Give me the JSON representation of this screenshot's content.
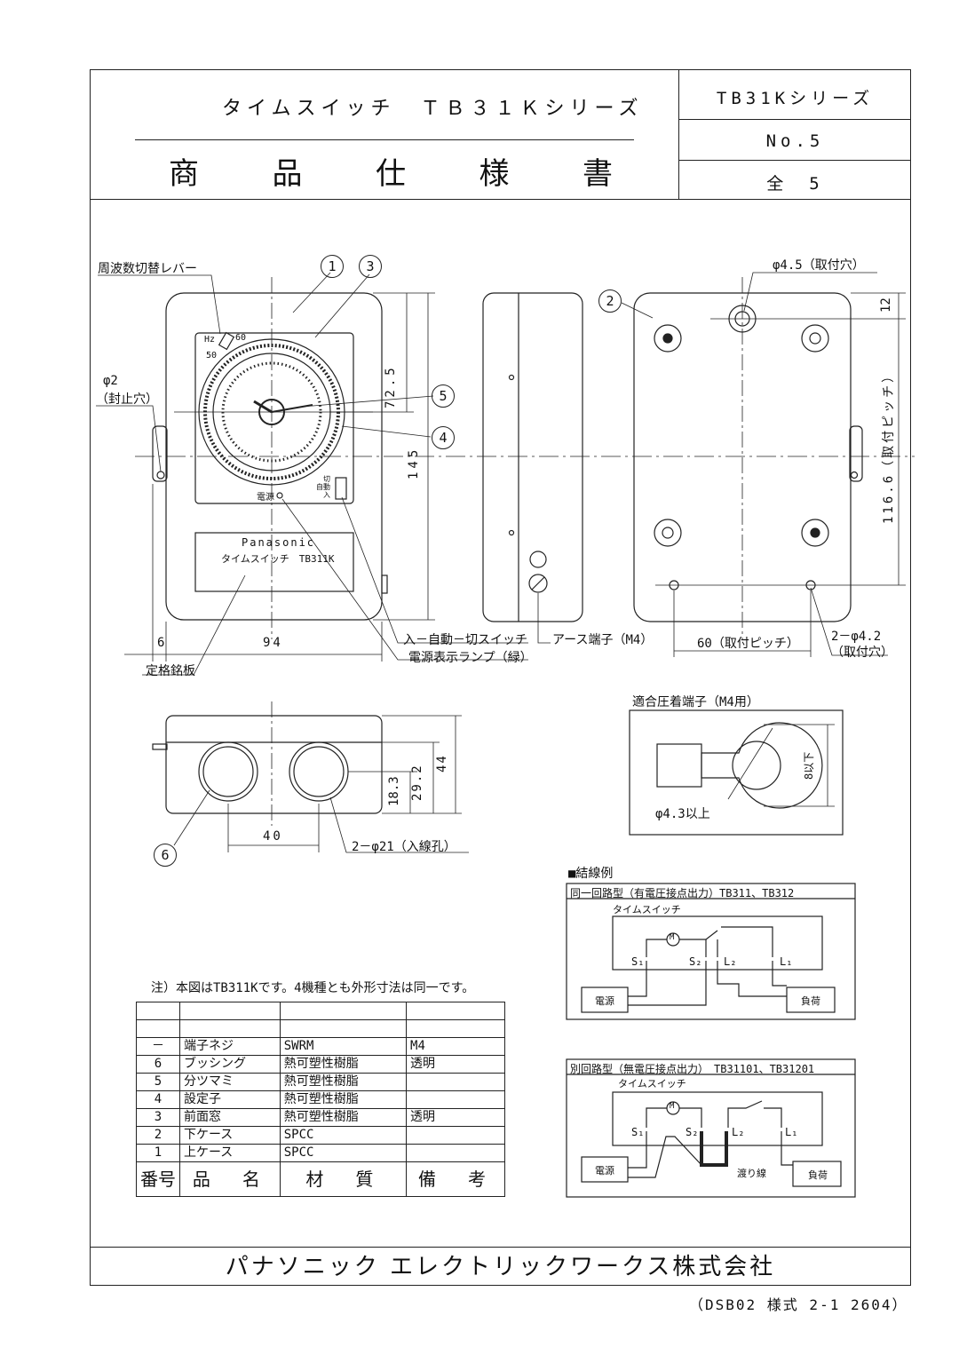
{
  "header": {
    "title": "タイムスイッチ　ＴＢ３１Ｋシリーズ",
    "spec_chars": [
      "商",
      "品",
      "仕",
      "様",
      "書"
    ],
    "series": "TB31Kシリーズ",
    "page_no": "No.5",
    "total": "全　5"
  },
  "front_view": {
    "freq_lever": "周波数切替レバー",
    "hz": "Hz",
    "hz50": "50",
    "hz60": "60",
    "seal_hole_dia": "φ2",
    "seal_hole": "（封止穴）",
    "dim_725": "72.5",
    "dim_145": "145",
    "dim_94": "94",
    "dim_6": "6",
    "power_label": "電源",
    "switch_labels": "切\n自動\n入",
    "brand": "Panasonic",
    "model": "タイムスイッチ　TB311K",
    "rating_plate": "定格銘板",
    "switch_callout": "入－自動－切スイッチ",
    "lamp_callout": "電源表示ランプ（緑）",
    "earth_callout": "アース端子（M4）"
  },
  "back_view": {
    "mount_hole": "φ4.5（取付穴）",
    "dim_12": "12",
    "dim_1166": "116.6（取付ピッチ）",
    "dim_60": "60（取付ピッチ）",
    "holes": "2－φ4.2",
    "holes_note": "（取付穴）"
  },
  "bottom_view": {
    "dim_40": "40",
    "dim_183": "18.3",
    "dim_292": "29.2",
    "dim_44": "44",
    "inlet": "2－φ21（入線孔）"
  },
  "terminal": {
    "title": "適合圧着端子（M4用）",
    "dia": "φ4.3以上",
    "width": "8以下"
  },
  "callouts": [
    "1",
    "2",
    "3",
    "4",
    "5",
    "6"
  ],
  "wiring": {
    "heading": "■結線例",
    "diagram1_title": "同一回路型（有電圧接点出力）TB311、TB312",
    "diagram2_title": "別回路型（無電圧接点出力）　TB31101、TB31201",
    "timeswitch": "タイムスイッチ",
    "s1": "S₁",
    "s2": "S₂",
    "l2": "L₂",
    "l1": "L₁",
    "motor": "M",
    "power": "電源",
    "load": "負荷",
    "jumper": "渡り線"
  },
  "note": "注）本図はTB311Kです。4機種とも外形寸法は同一です。",
  "parts_table": {
    "header": [
      "番号",
      "品　名",
      "材　質",
      "備　考"
    ],
    "rows": [
      [
        "",
        "",
        "",
        ""
      ],
      [
        "",
        "",
        "",
        ""
      ],
      [
        "－",
        "端子ネジ",
        "SWRM",
        "M4"
      ],
      [
        "6",
        "ブッシング",
        "熱可塑性樹脂",
        "透明"
      ],
      [
        "5",
        "分ツマミ",
        "熱可塑性樹脂",
        ""
      ],
      [
        "4",
        "設定子",
        "熱可塑性樹脂",
        ""
      ],
      [
        "3",
        "前面窓",
        "熱可塑性樹脂",
        "透明"
      ],
      [
        "2",
        "下ケース",
        "SPCC",
        ""
      ],
      [
        "1",
        "上ケース",
        "SPCC",
        ""
      ]
    ]
  },
  "footer": {
    "company": "パナソニック エレクトリックワークス株式会社",
    "form_no": "（DSB02 様式 2-1 2604）"
  }
}
